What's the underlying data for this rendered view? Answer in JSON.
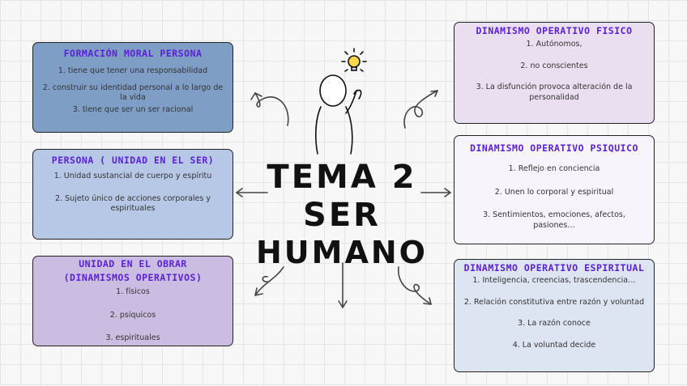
{
  "title": {
    "line1": "TEMA 2",
    "line2": "SER",
    "line3": "HUMANO"
  },
  "icons": [
    "person-with-lightbulb-icon",
    "arrow-icon"
  ],
  "cards": {
    "formacion": {
      "heading": "FORMACIÓN MORAL PERSONA",
      "items": [
        "1. tiene que tener una responsabilidad",
        "2. construir su identidad personal a lo largo de la vida",
        "3. tiene que ser un ser racional"
      ]
    },
    "persona": {
      "heading": "PERSONA ( UNIDAD EN EL SER)",
      "items": [
        "1.    Unidad sustancial de cuerpo y espíritu",
        "2. Sujeto único de acciones corporales y espirituales"
      ]
    },
    "unidad": {
      "heading_line1": "UNIDAD EN EL OBRAR",
      "heading_line2": "(DINAMISMOS OPERATIVOS)",
      "items": [
        "1. físicos",
        "2. psiquicos",
        "3. espirituales"
      ]
    },
    "fisico": {
      "heading": "DINAMISMO OPERATIVO FISICO",
      "items": [
        "1. Autónomos,",
        "2. no conscientes",
        "3. La disfunción provoca alteración de la personalidad"
      ]
    },
    "psiquico": {
      "heading": "DINAMISMO OPERATIVO PSIQUICO",
      "items": [
        "1. Reflejo en conciencia",
        "2.  Unen lo corporal y espiritual",
        "3. Sentimientos, emociones, afectos, pasiones…"
      ]
    },
    "espiritual": {
      "heading": "DINAMISMO OPERATIVO ESPIRITUAL",
      "items": [
        "1. Inteligencia, creencias, trascendencia…",
        "2. Relación constitutiva entre razón y voluntad",
        "3. La razón conoce",
        "4. La voluntad decide"
      ]
    }
  },
  "colors": {
    "heading": "#5b21d6",
    "card_formacion": "#7e9ec6",
    "card_persona": "#b6c8e5",
    "card_unidad": "#cbbde2",
    "card_fisico": "#eadff1",
    "card_psiquico": "#f8f4fb",
    "card_espiritual": "#dde4f2"
  }
}
